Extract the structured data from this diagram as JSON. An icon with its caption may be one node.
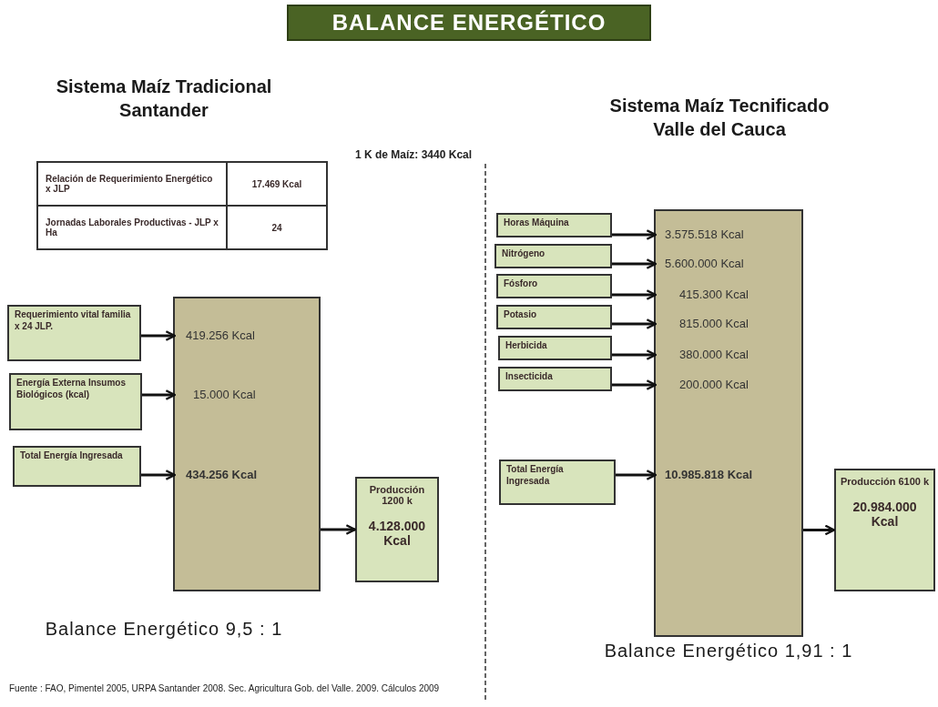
{
  "diagram": {
    "title": "BALANCE ENERGÉTICO",
    "caption": "Fuente : FAO, Pimentel 2005, URPA Santander 2008. Sec. Agricultura Gob. del Valle. 2009. Cálculos 2009",
    "nodes": [
      {
        "text": [],
        "shape": "box"
      },
      {
        "text": [
          "419.256 Kcal"
        ],
        "in": 0
      },
      {
        "text": [
          "15.000 Kcal"
        ],
        "in": 0
      },
      {
        "text": [
          "434.256 Kcal"
        ],
        "in": 0
      },
      {
        "text": [
          "Requerimiento vital familia x 24 JLP."
        ]
      },
      {
        "text": [
          "Energía Externa Insumos Biológicos (kcal)"
        ]
      },
      {
        "text": [
          "Total Energía Ingresada"
        ]
      },
      {
        "text": [
          "Producción 1200 k",
          "4.128.000 Kcal"
        ]
      },
      {
        "text": [],
        "shape": "box"
      },
      {
        "text": [
          "3.575.518 Kcal"
        ],
        "in": 8
      },
      {
        "text": [
          "5.600.000 Kcal"
        ],
        "in": 8
      },
      {
        "text": [
          "415.300 Kcal"
        ],
        "in": 8
      },
      {
        "text": [
          "815.000 Kcal"
        ],
        "in": 8
      },
      {
        "text": [
          "380.000 Kcal"
        ],
        "in": 8
      },
      {
        "text": [
          "200.000 Kcal"
        ],
        "in": 8
      },
      {
        "text": [
          "10.985.818 Kcal"
        ],
        "in": 8
      },
      {
        "text": [
          "Horas Máquina"
        ]
      },
      {
        "text": [
          "Nitrógeno"
        ]
      },
      {
        "text": [
          "Fósforo"
        ]
      },
      {
        "text": [
          "Potasio"
        ]
      },
      {
        "text": [
          "Herbicida"
        ]
      },
      {
        "text": [
          "Insecticida"
        ]
      },
      {
        "text": [
          "Total Energía Ingresada"
        ]
      },
      {
        "text": [
          "Producción 6100 k",
          "20.984.000 Kcal"
        ]
      }
    ],
    "edges": [
      {
        "from": 4,
        "to": 1,
        "arrow": "to"
      },
      {
        "from": 5,
        "to": 2,
        "arrow": "to"
      },
      {
        "from": 6,
        "to": 3,
        "arrow": "to"
      },
      {
        "from": 0,
        "to": 7,
        "arrow": "to"
      },
      {
        "from": 16,
        "to": 9,
        "arrow": "to"
      },
      {
        "from": 17,
        "to": 10,
        "arrow": "to"
      },
      {
        "from": 18,
        "to": 11,
        "arrow": "to"
      },
      {
        "from": 19,
        "to": 12,
        "arrow": "to"
      },
      {
        "from": 20,
        "to": 13,
        "arrow": "to"
      },
      {
        "from": 21,
        "to": 14,
        "arrow": "to"
      },
      {
        "from": 22,
        "to": 15,
        "arrow": "to"
      },
      {
        "from": 8,
        "to": 23,
        "arrow": "to"
      }
    ],
    "labels": [
      "Sistema Maíz Tradicional Santander",
      "Sistema Maíz Tecnificado Valle del Cauca",
      "1 K de Maíz: 3440 Kcal",
      "Relación de Requerimiento Energético x JLP",
      "17.469 Kcal",
      "Jornadas Laborales Productivas - JLP x Ha",
      "24",
      "Balance Energético 9,5 : 1",
      "Balance Energético 1,91 : 1"
    ]
  }
}
